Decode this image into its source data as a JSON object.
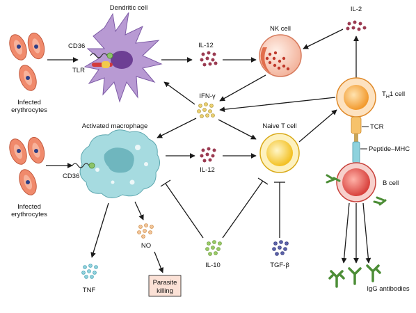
{
  "labels": {
    "dendritic_cell": "Dendritic cell",
    "cd36_top": "CD36",
    "tlr": "TLR",
    "infected_erythrocytes_top_1": "Infected",
    "infected_erythrocytes_top_2": "erythrocytes",
    "il12_top": "IL-12",
    "nk_cell": "NK cell",
    "il2": "IL-2",
    "ifn_gamma": "IFN-γ",
    "th1_cell_prefix": "T",
    "th1_cell_sub": "H",
    "th1_cell_suffix": "1 cell",
    "activated_macrophage": "Activated macrophage",
    "naive_t_cell": "Naive T cell",
    "tcr": "TCR",
    "peptide_mhc": "Peptide–MHC",
    "cd36_bottom": "CD36",
    "infected_erythrocytes_bottom_1": "Infected",
    "infected_erythrocytes_bottom_2": "erythrocytes",
    "il12_bottom": "IL-12",
    "b_cell": "B cell",
    "no": "NO",
    "tnf": "TNF",
    "parasite_killing_1": "Parasite",
    "parasite_killing_2": "killing",
    "il10": "IL-10",
    "tgf_beta": "TGF-β",
    "igg_antibodies": "IgG antibodies"
  },
  "colors": {
    "erythrocyte": "#f08a6c",
    "dendritic": "#b89ad3",
    "macrophage": "#a6dbe0",
    "nk": "#f3a189",
    "t_cell_naive": "#f6cc3c",
    "th1": "#f5a84a",
    "b_cell": "#e35550",
    "antibody": "#5aa84a",
    "cytokine_il12": "#9b3b52",
    "cytokine_ifn": "#e2c457",
    "cytokine_il10": "#7db44a",
    "cytokine_tgf": "#4a4f9a",
    "cytokine_tnf": "#6fc1d2",
    "cytokine_no": "#e9a258",
    "parasite_box": "#fbe1d6"
  }
}
